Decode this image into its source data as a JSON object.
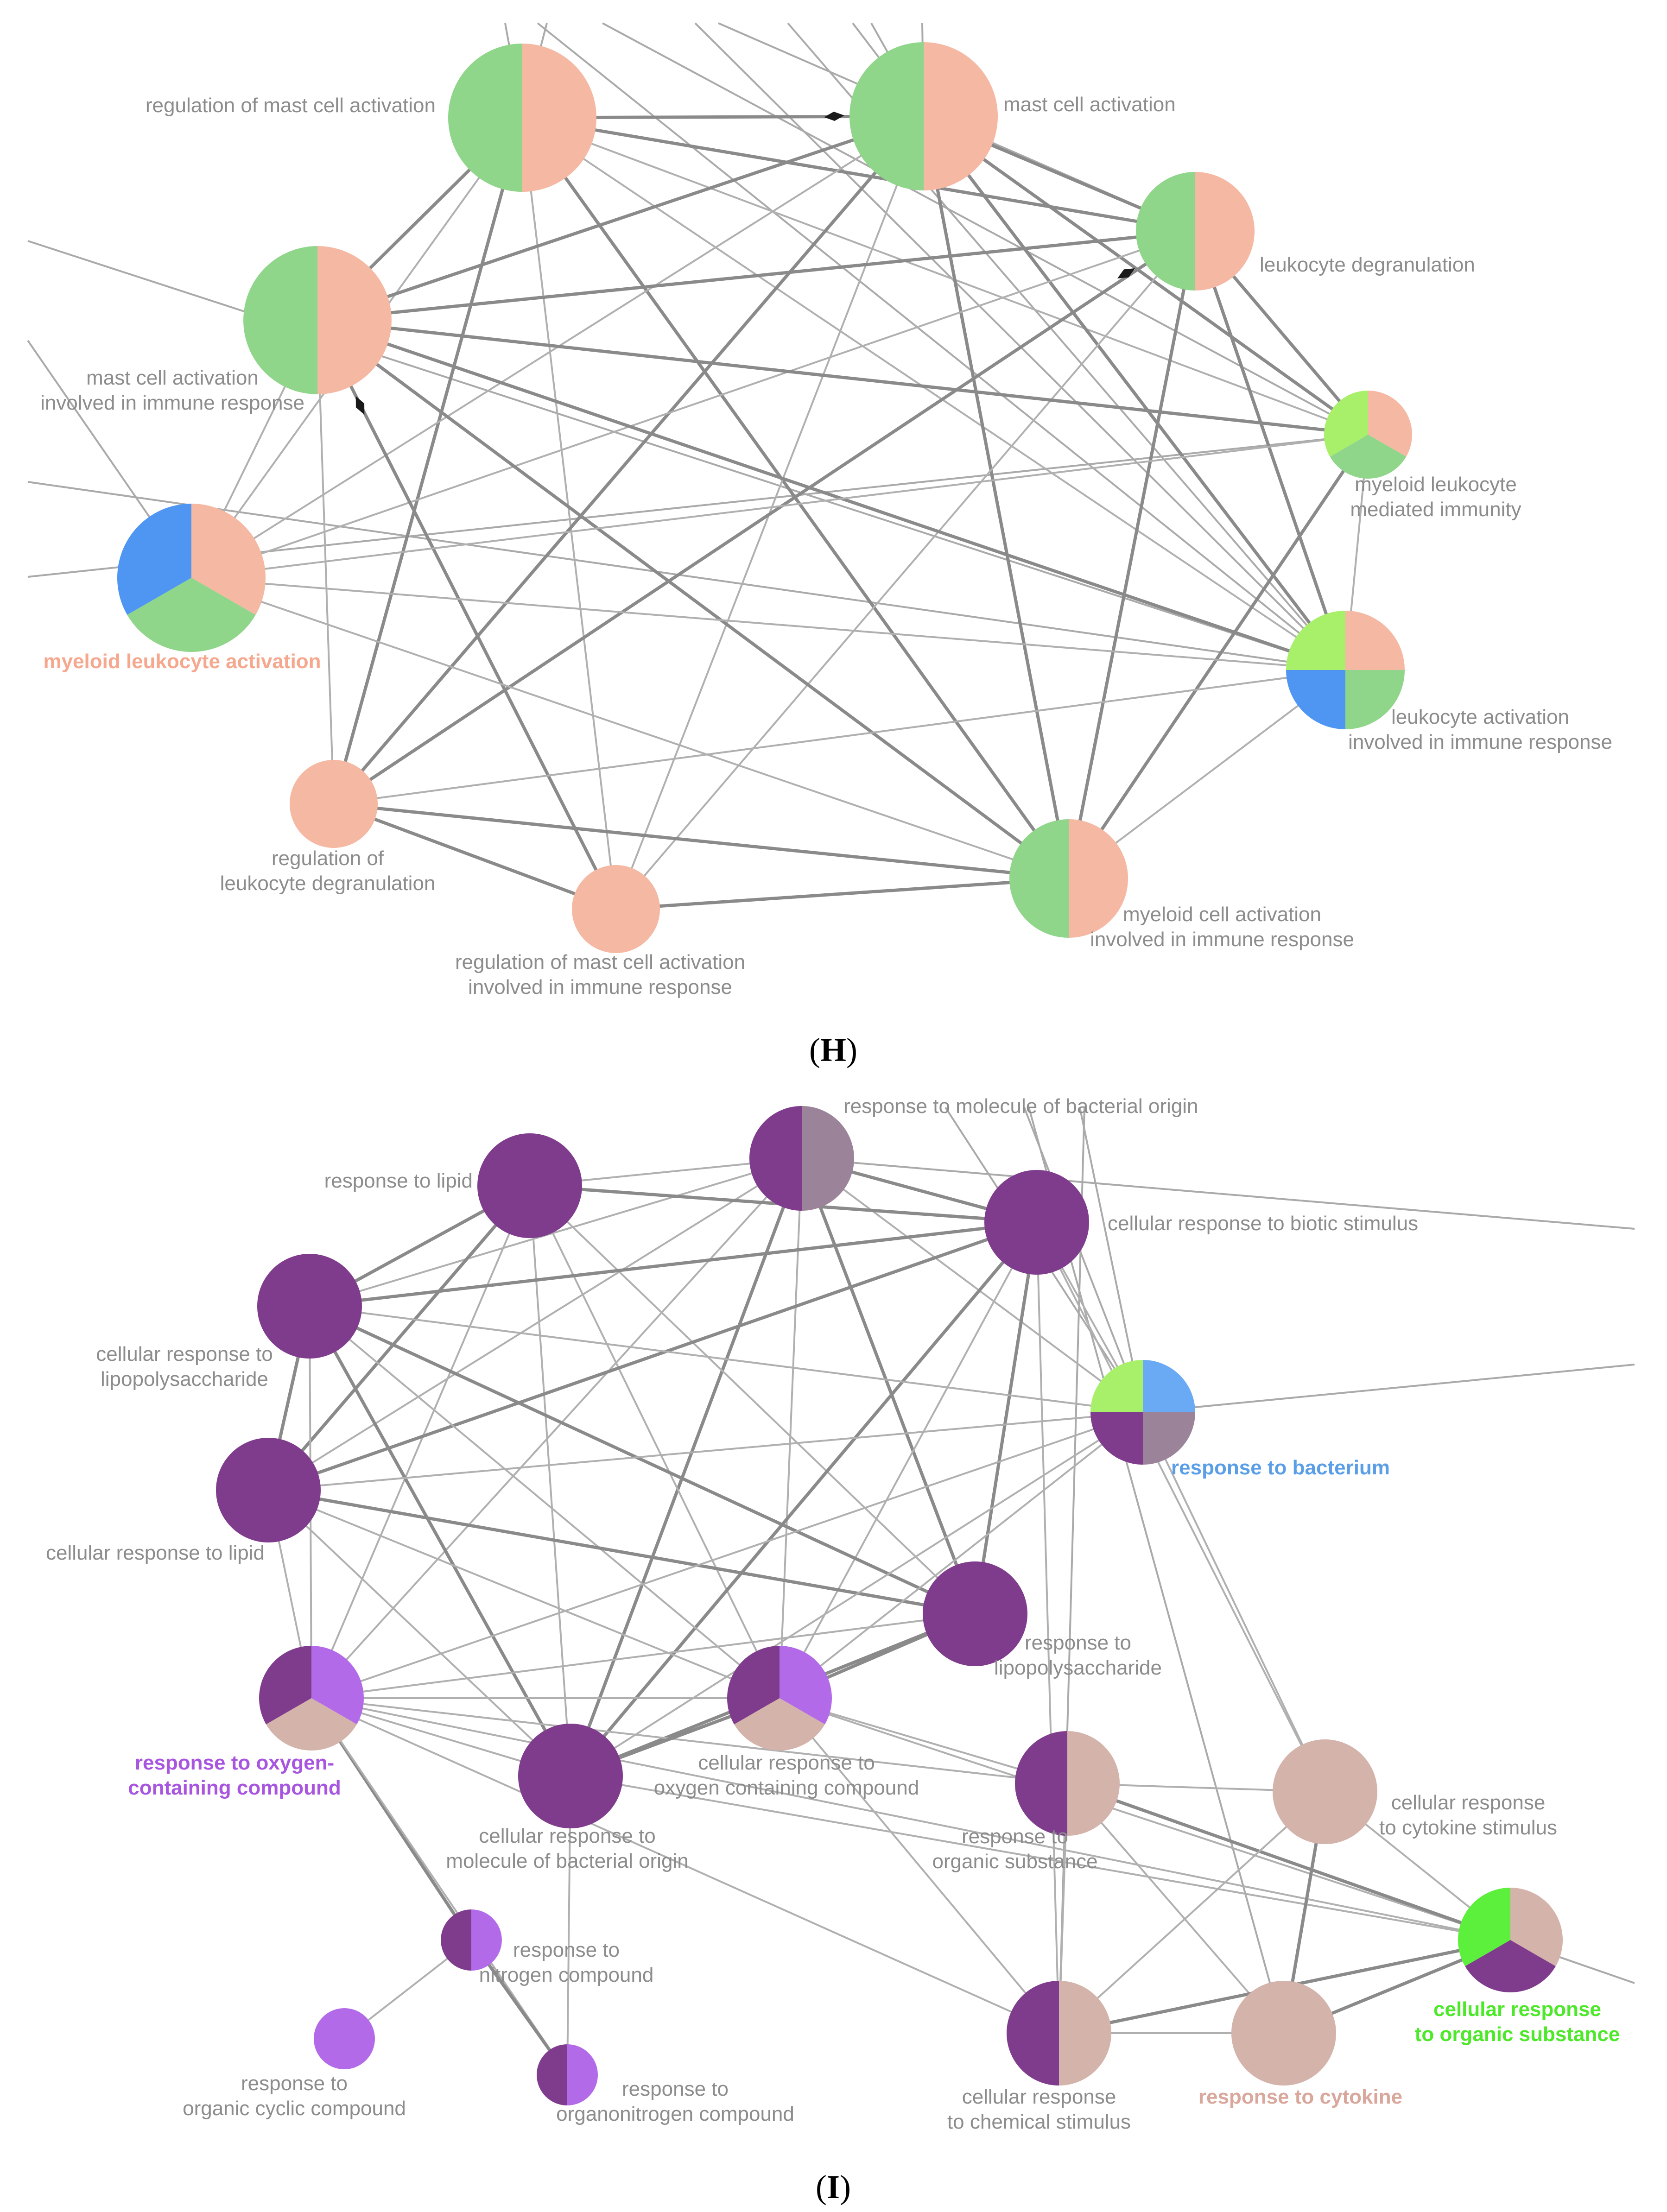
{
  "panels": [
    {
      "id": "H",
      "label": "H",
      "nodes": [
        {
          "id": "h_reg_mast",
          "label": [
            "regulation of mast cell activation"
          ],
          "colors": [
            "#8fd58a",
            "#f5b8a2"
          ]
        },
        {
          "id": "h_mast",
          "label": [
            "mast cell activation"
          ],
          "colors": [
            "#8fd58a",
            "#f5b8a2"
          ]
        },
        {
          "id": "h_leuk_degr",
          "label": [
            "leukocyte degranulation"
          ],
          "colors": [
            "#8fd58a",
            "#f5b8a2"
          ]
        },
        {
          "id": "h_mast_imm",
          "label": [
            "mast cell activation",
            "involved in immune response"
          ],
          "colors": [
            "#8fd58a",
            "#f5b8a2"
          ]
        },
        {
          "id": "h_myel_med",
          "label": [
            "myeloid leukocyte",
            "mediated immunity"
          ],
          "colors": [
            "#f5b8a2",
            "#8fd58a",
            "#a8f06a"
          ]
        },
        {
          "id": "h_myel_act",
          "label": [
            "myeloid leukocyte activation"
          ],
          "colors": [
            "#f5b8a2",
            "#8fd58a",
            "#4f96f2"
          ],
          "highlight": "#f5a88e"
        },
        {
          "id": "h_leuk_act_imm",
          "label": [
            "leukocyte activation",
            "involved in immune response"
          ],
          "colors": [
            "#f5b8a2",
            "#8fd58a",
            "#4f96f2",
            "#a8f06a"
          ]
        },
        {
          "id": "h_reg_leuk_degr",
          "label": [
            "regulation of",
            "leukocyte degranulation"
          ],
          "colors": [
            "#f5b8a2"
          ]
        },
        {
          "id": "h_reg_mast_imm",
          "label": [
            "regulation of mast cell activation",
            "involved in immune response"
          ],
          "colors": [
            "#f5b8a2"
          ]
        },
        {
          "id": "h_myel_cell_imm",
          "label": [
            "myeloid cell activation",
            "involved in immune  response"
          ],
          "colors": [
            "#8fd58a",
            "#f5b8a2"
          ]
        }
      ]
    },
    {
      "id": "I",
      "label": "I",
      "nodes": [
        {
          "id": "i_resp_mol_bact",
          "label": [
            "response to molecule of bacterial origin"
          ],
          "colors": [
            "#7f3c8d",
            "#9b8499"
          ]
        },
        {
          "id": "i_resp_lipid",
          "label": [
            "response to lipid"
          ],
          "colors": [
            "#7f3c8d"
          ]
        },
        {
          "id": "i_cell_biotic",
          "label": [
            "cellular response to biotic stimulus"
          ],
          "colors": [
            "#7f3c8d"
          ]
        },
        {
          "id": "i_cell_lps",
          "label": [
            "cellular response to",
            "lipopolysaccharide"
          ],
          "colors": [
            "#7f3c8d"
          ]
        },
        {
          "id": "i_resp_bact",
          "label": [
            "response to bacterium"
          ],
          "colors": [
            "#6aaaf5",
            "#9b8499",
            "#7f3c8d",
            "#a8f06a"
          ],
          "highlight": "#5a9ee8"
        },
        {
          "id": "i_cell_lipid",
          "label": [
            "cellular response to lipid"
          ],
          "colors": [
            "#7f3c8d"
          ]
        },
        {
          "id": "i_resp_lps",
          "label": [
            "response to",
            "lipopolysaccharide"
          ],
          "colors": [
            "#7f3c8d"
          ]
        },
        {
          "id": "i_resp_oxy",
          "label": [
            "response to oxygen-",
            "containing compound"
          ],
          "colors": [
            "#b36ae8",
            "#d3b3aa",
            "#7f3c8d"
          ],
          "highlight": "#a855e0"
        },
        {
          "id": "i_cell_oxy",
          "label": [
            "cellular response to",
            "oxygen containing compound"
          ],
          "colors": [
            "#b36ae8",
            "#d3b3aa",
            "#7f3c8d"
          ]
        },
        {
          "id": "i_cell_mol_bact",
          "label": [
            "cellular response to",
            "molecule of bacterial origin"
          ],
          "colors": [
            "#7f3c8d"
          ]
        },
        {
          "id": "i_resp_org_sub",
          "label": [
            "response to",
            "organic substance"
          ],
          "colors": [
            "#7f3c8d",
            "#d3b3aa"
          ]
        },
        {
          "id": "i_cell_cyto_stim",
          "label": [
            "cellular response",
            "to cytokine stimulus"
          ],
          "colors": [
            "#d3b3aa"
          ]
        },
        {
          "id": "i_resp_nitro",
          "label": [
            "response to",
            "nitrogen compound"
          ],
          "colors": [
            "#7f3c8d",
            "#b36ae8"
          ]
        },
        {
          "id": "i_cell_org_sub",
          "label": [
            "cellular response",
            "to organic substance"
          ],
          "colors": [
            "#d3b3aa",
            "#7f3c8d",
            "#5cf03c"
          ],
          "highlight": "#4ee82a"
        },
        {
          "id": "i_resp_org_cyc",
          "label": [
            "response to",
            "organic cyclic compound"
          ],
          "colors": [
            "#b36ae8"
          ]
        },
        {
          "id": "i_resp_organo",
          "label": [
            "response to",
            "organonitrogen compound"
          ],
          "colors": [
            "#7f3c8d",
            "#b36ae8"
          ]
        },
        {
          "id": "i_cell_chem",
          "label": [
            "cellular response",
            "to chemical stimulus"
          ],
          "colors": [
            "#7f3c8d",
            "#d3b3aa"
          ]
        },
        {
          "id": "i_resp_cyto",
          "label": [
            "response to cytokine"
          ],
          "colors": [
            "#d3b3aa"
          ],
          "highlight": "#d9a79b"
        }
      ]
    }
  ]
}
